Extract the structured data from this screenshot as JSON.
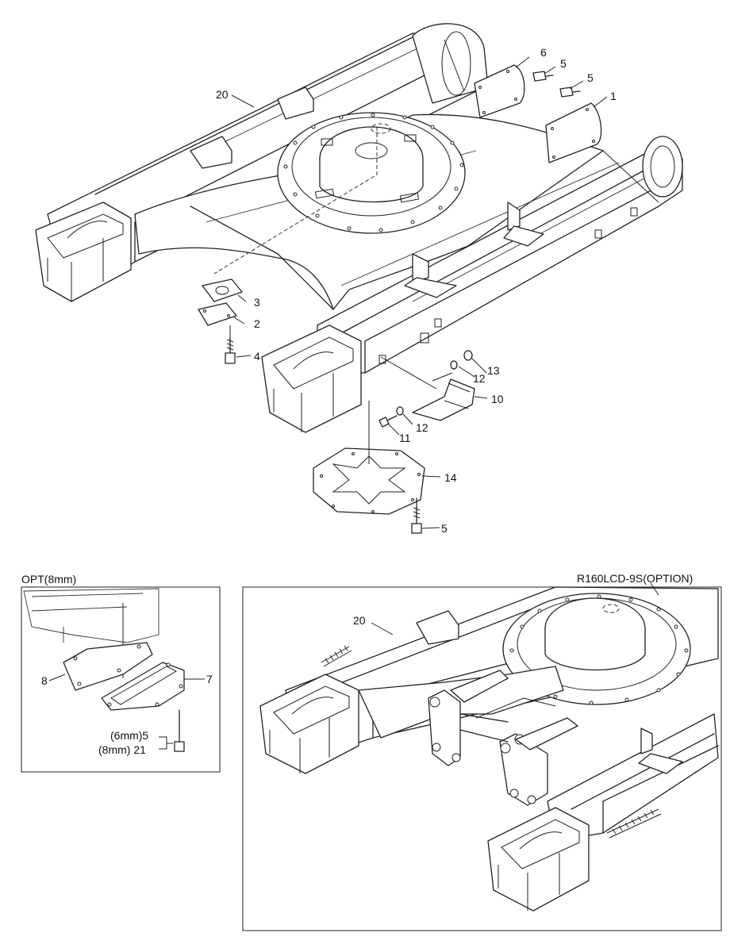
{
  "main_callouts": [
    {
      "id": "c20",
      "text": "20"
    },
    {
      "id": "c6",
      "text": "6"
    },
    {
      "id": "c5a",
      "text": "5"
    },
    {
      "id": "c5b",
      "text": "5"
    },
    {
      "id": "c1",
      "text": "1"
    },
    {
      "id": "c3",
      "text": "3"
    },
    {
      "id": "c2",
      "text": "2"
    },
    {
      "id": "c4",
      "text": "4"
    },
    {
      "id": "c13",
      "text": "13"
    },
    {
      "id": "c12a",
      "text": "12"
    },
    {
      "id": "c10",
      "text": "10"
    },
    {
      "id": "c12b",
      "text": "12"
    },
    {
      "id": "c11",
      "text": "11"
    },
    {
      "id": "c14",
      "text": "14"
    },
    {
      "id": "c5c",
      "text": "5"
    }
  ],
  "inset_opt": {
    "title": "OPT(8mm)",
    "callouts": [
      {
        "id": "o8",
        "text": "8"
      },
      {
        "id": "o7",
        "text": "7"
      },
      {
        "id": "o5",
        "text": "(6mm)5"
      },
      {
        "id": "o21",
        "text": "(8mm) 21"
      }
    ]
  },
  "inset_option": {
    "title": "R160LCD-9S(OPTION)",
    "callouts": [
      {
        "id": "r20",
        "text": "20"
      }
    ]
  }
}
